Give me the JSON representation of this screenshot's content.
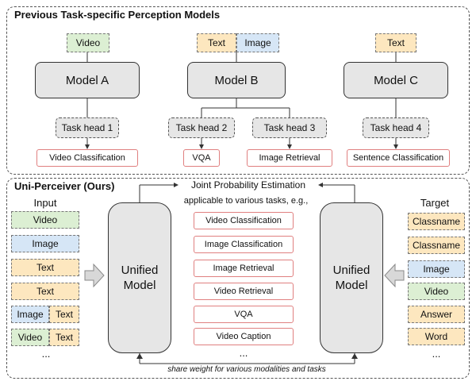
{
  "top": {
    "title": "Previous Task-specific Perception Models",
    "model_a": {
      "input": "Video",
      "model": "Model A",
      "head": "Task head 1",
      "outputs": [
        "Video  Classification"
      ]
    },
    "model_b": {
      "inputs": [
        "Text",
        "Image"
      ],
      "model": "Model B",
      "heads": [
        "Task head 2",
        "Task head 3"
      ],
      "outputs": [
        "VQA",
        "Image Retrieval"
      ]
    },
    "model_c": {
      "input": "Text",
      "model": "Model C",
      "head": "Task head 4",
      "outputs": [
        "Sentence Classification"
      ]
    }
  },
  "bottom": {
    "title": "Uni-Perceiver (Ours)",
    "input_label": "Input",
    "target_label": "Target",
    "inputs": [
      {
        "label": "Video",
        "type": "video"
      },
      {
        "label": "Image",
        "type": "image"
      },
      {
        "label": "Text",
        "type": "text"
      },
      {
        "label": "Text",
        "type": "text"
      },
      {
        "label": "Image Text",
        "type": "image-text",
        "parts": [
          "Image",
          "Text"
        ]
      },
      {
        "label": "Video Text",
        "type": "video-text",
        "parts": [
          "Video",
          "Text"
        ]
      }
    ],
    "input_more": "...",
    "targets": [
      {
        "label": "Classname",
        "type": "text"
      },
      {
        "label": "Classname",
        "type": "text"
      },
      {
        "label": "Image",
        "type": "image"
      },
      {
        "label": "Video",
        "type": "video"
      },
      {
        "label": "Answer",
        "type": "text"
      },
      {
        "label": "Word",
        "type": "text"
      }
    ],
    "target_more": "...",
    "unified_left": "Unified\nModel",
    "unified_right": "Unified\nModel",
    "jpe": "Joint Probability Estimation",
    "applicable": "applicable to various tasks, e.g.,",
    "tasks": [
      "Video Classification",
      "Image Classification",
      "Image Retrieval",
      "Video Retrieval",
      "VQA",
      "Video Caption"
    ],
    "tasks_more": "...",
    "share": "share weight for various modalities and tasks"
  },
  "colors": {
    "video": "#dcefd3",
    "text": "#fde7bf",
    "image": "#d6e6f6",
    "model": "#e6e6e6",
    "output_border": "#e08080"
  }
}
